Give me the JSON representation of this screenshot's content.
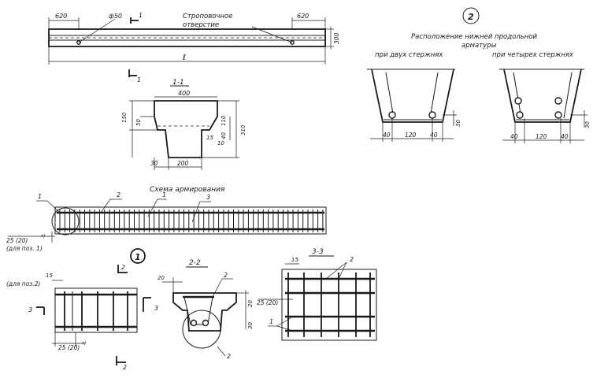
{
  "top_view": {
    "dim_left": "620",
    "dia_label": "ф50",
    "cut_mark": "1",
    "hole_note_1": "Строповочное",
    "hole_note_2": "отверстие",
    "dim_right": "620",
    "height_dim": "300",
    "length_label": "ℓ",
    "cut_mark_bottom": "1"
  },
  "section_1": {
    "title": "1-1",
    "top_width": "400",
    "dim_150": "150",
    "dim_50": "50",
    "dim_110": "110",
    "dim_40": "40",
    "dim_15": "15",
    "dim_10": "10",
    "dim_310": "310",
    "dim_30": "30",
    "bottom_width": "200"
  },
  "callout_2": {
    "number": "2",
    "title_1": "Расположение нижней продольной",
    "title_2": "арматуры",
    "left_caption": "при двух стержнях",
    "right_caption": "при четырех стержнях",
    "left_dims": [
      "40",
      "120",
      "40"
    ],
    "right_dims": [
      "40",
      "120",
      "40"
    ],
    "left_h": "30",
    "right_h": "30"
  },
  "scheme": {
    "title": "Схема армирования",
    "pos1": "1",
    "pos2": "2",
    "pos3": "3",
    "cover": "25 (20)",
    "cover_sup": "*)",
    "cover_note": "(для поз. 1)"
  },
  "detail_1": {
    "number": "1",
    "dim_15": "15",
    "note": "(для поз.2)",
    "cut_left": "3",
    "cut_right": "3",
    "cover": "25 (20)",
    "cover_sup": "*)",
    "cut_bottom": "2"
  },
  "section_2": {
    "title": "2-2",
    "dim_20": "20",
    "label_2": "2",
    "dim_20b": "20",
    "dim_30": "30",
    "bottom_label": "2"
  },
  "section_3": {
    "title": "3-3",
    "dim_15": "15",
    "label_2": "2",
    "cover": "25 (20)",
    "label_1": "1"
  }
}
